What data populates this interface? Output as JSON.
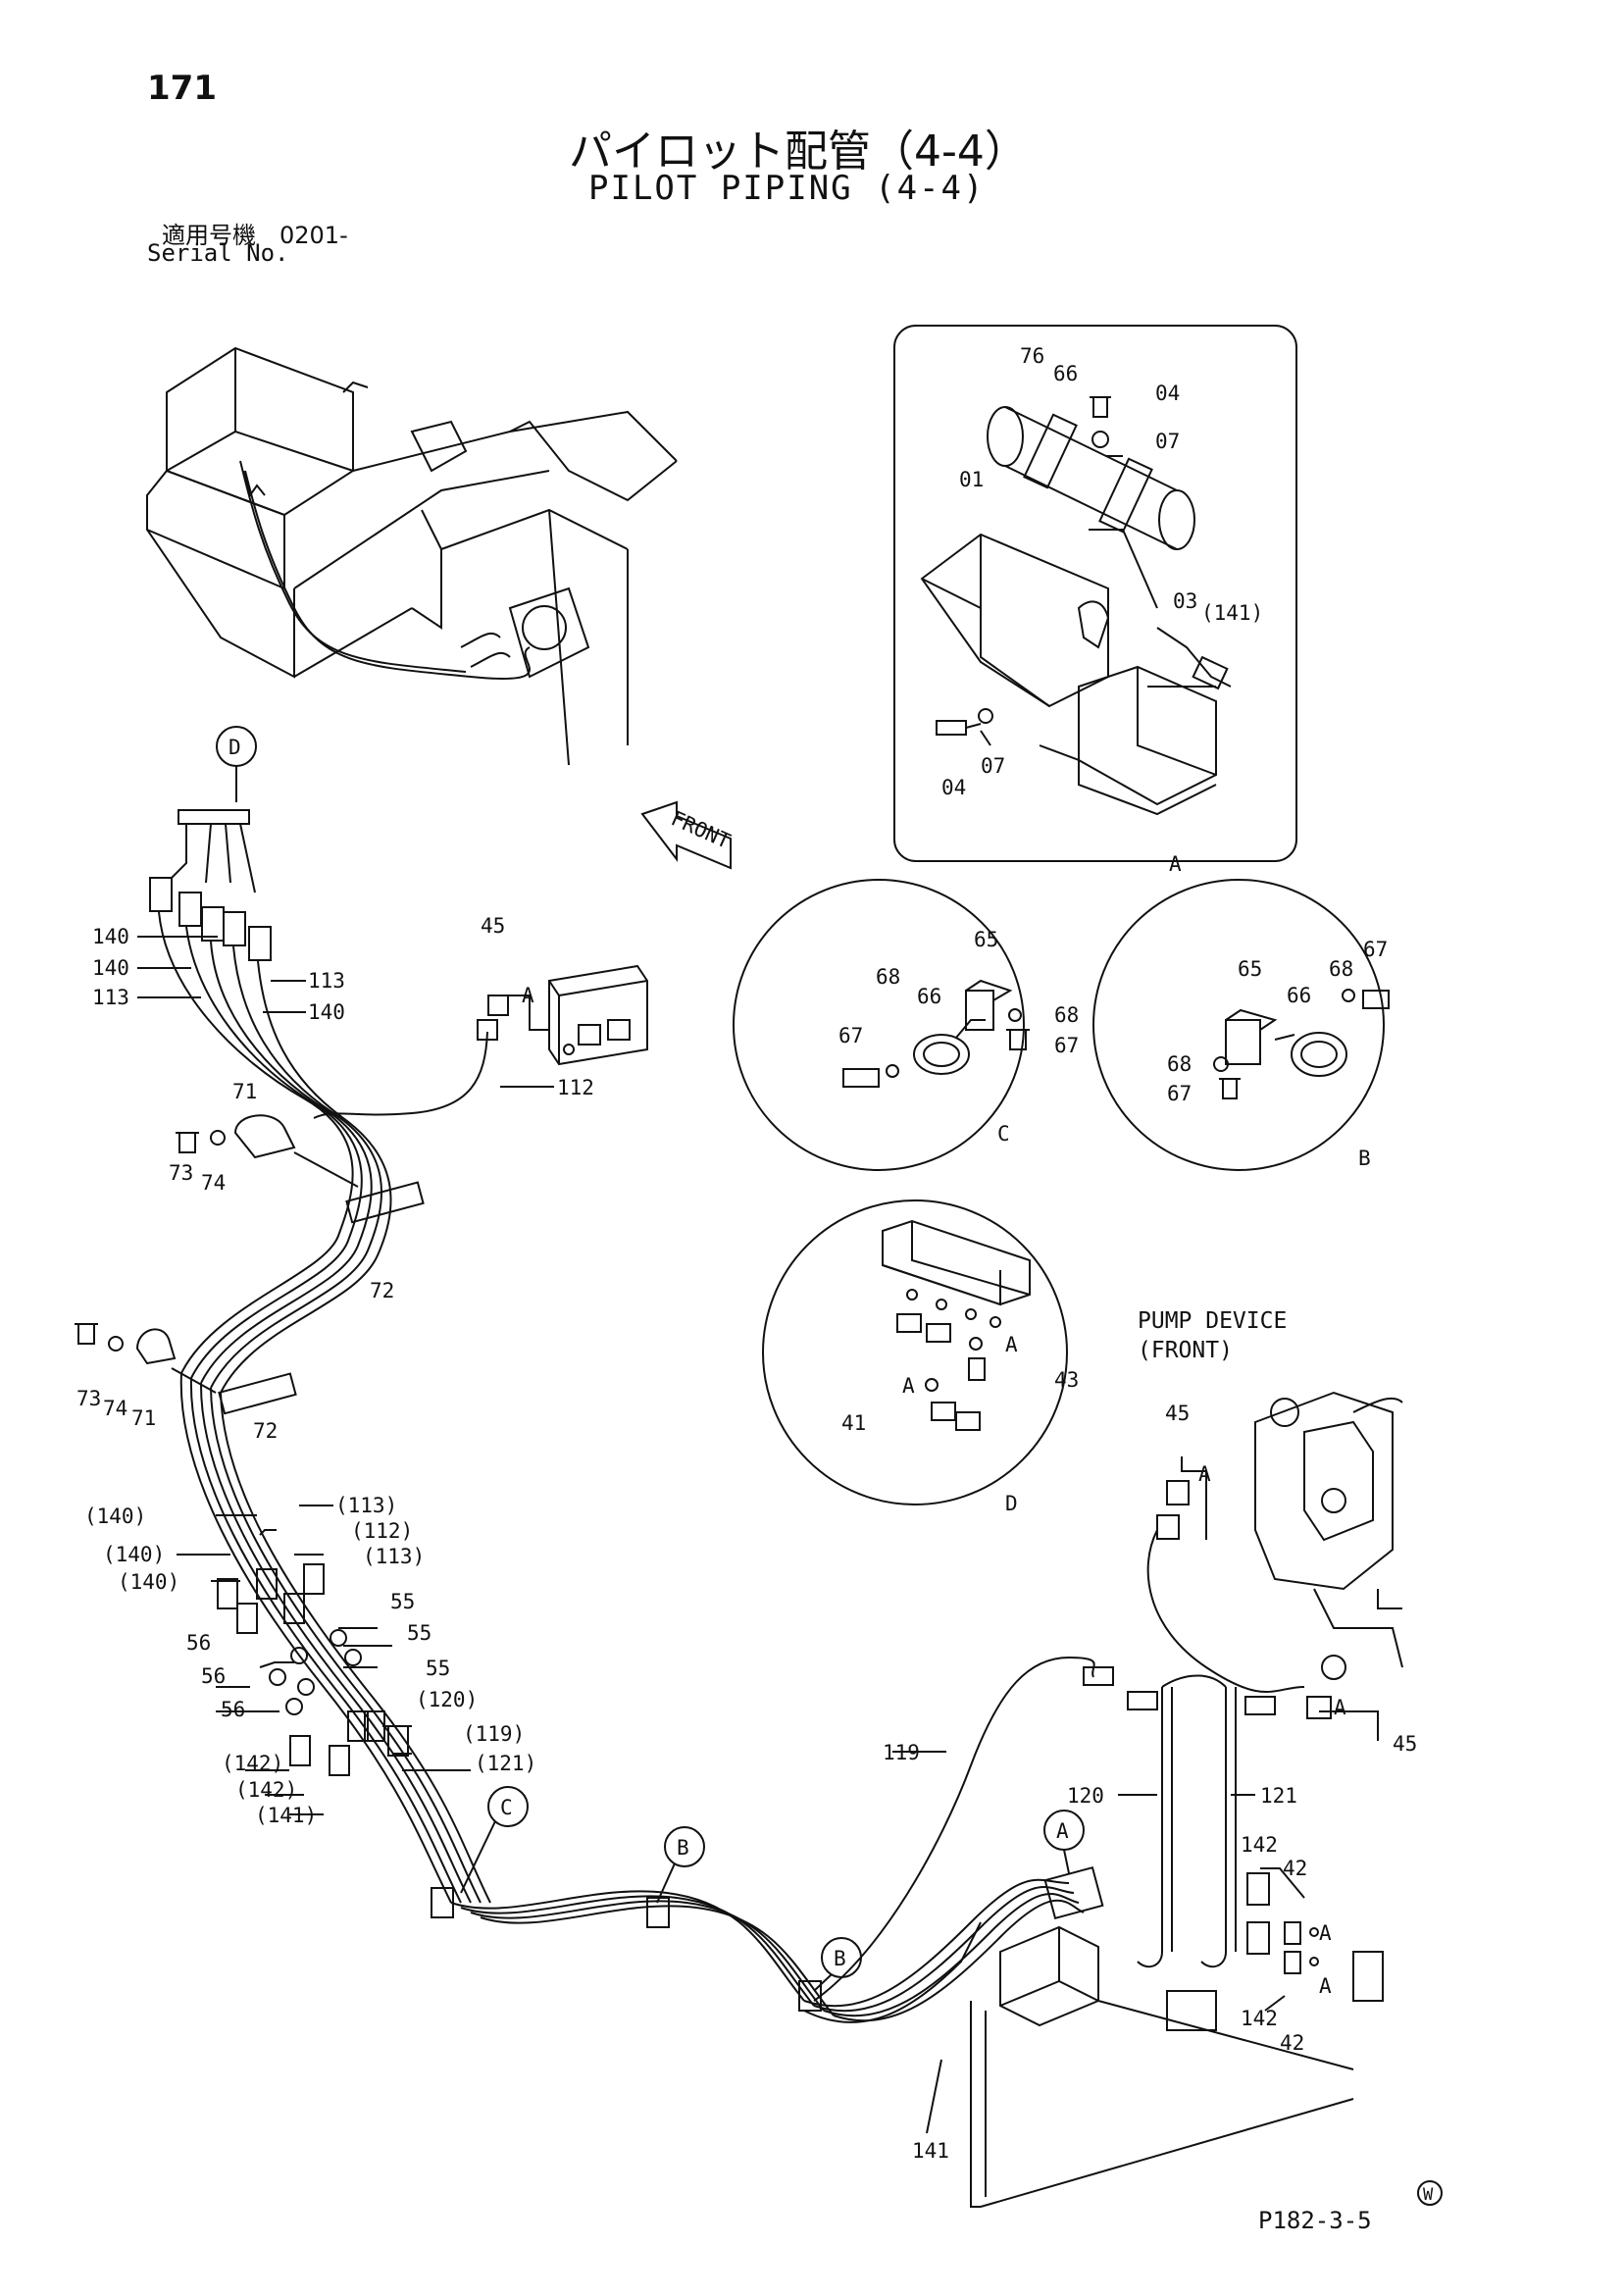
{
  "page_number": "171",
  "title_ja": "パイロット配管（4-4）",
  "title_en": "PILOT PIPING (4-4)",
  "serial_ja": "適用号機　0201-",
  "serial_en": "Serial No.",
  "pump_device": [
    "PUMP  DEVICE",
    "(FRONT)"
  ],
  "doc_code": "P182-3-5",
  "watermark": "W",
  "front_label": "FRONT",
  "detail_letters": {
    "a": "A",
    "b": "B",
    "c": "C",
    "d": "D"
  },
  "detail_a": {
    "p76": "76",
    "p66": "66",
    "p04a": "04",
    "p07a": "07",
    "p01": "01",
    "p03": "03",
    "p141": "(141)",
    "p04b": "04",
    "p07b": "07"
  },
  "detail_c": {
    "p65": "65",
    "p68a": "68",
    "p66": "66",
    "p67a": "67",
    "p68b": "68",
    "p67b": "67"
  },
  "detail_b": {
    "p65": "65",
    "p66": "66",
    "p68a": "68",
    "p67a": "67",
    "p68b": "68",
    "p67b": "67"
  },
  "detail_d": {
    "p43": "43",
    "p41": "41",
    "a1": "A",
    "a2": "A"
  },
  "main_parts": {
    "p140a": "140",
    "p140b": "140",
    "p113a": "113",
    "p113b": "113",
    "p140c": "140",
    "p45a": "45",
    "pA1": "A",
    "p112": "112",
    "p71a": "71",
    "p73a": "73",
    "p74a": "74",
    "p72a": "72",
    "p73b": "73",
    "p74b": "74",
    "p71b": "71",
    "p72b": "72",
    "c113a": "(113)",
    "c140a": "(140)",
    "c112": "(112)",
    "c140b": "(140)",
    "c113b": "(113)",
    "c140c": "(140)",
    "p55a": "55",
    "p56a": "56",
    "p55b": "55",
    "p56b": "56",
    "p55c": "55",
    "p56c": "56",
    "c120": "(120)",
    "c119": "(119)",
    "c121": "(121)",
    "c142a": "(142)",
    "c142b": "(142)",
    "c141": "(141)",
    "p119": "119",
    "p120": "120",
    "p121": "121",
    "p45b": "45",
    "pA2": "A",
    "p45c": "45",
    "pA3": "A",
    "p142a": "142",
    "p42a": "42",
    "pA4": "A",
    "pA5": "A",
    "p142b": "142",
    "p42b": "42",
    "p141": "141"
  }
}
